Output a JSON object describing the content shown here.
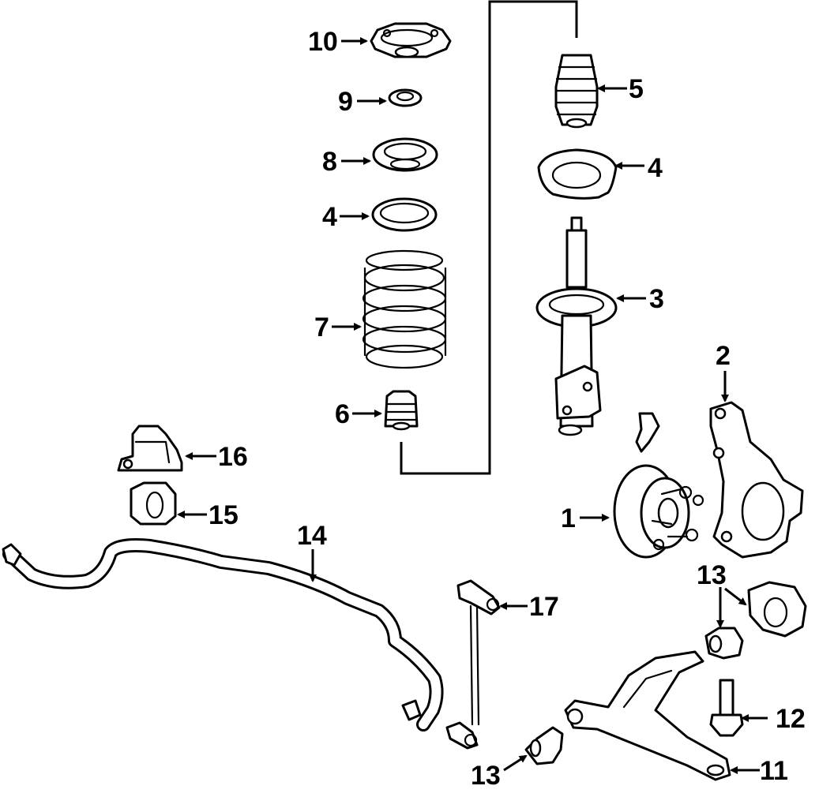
{
  "diagram": {
    "callouts": [
      {
        "id": "c1",
        "number": "1"
      },
      {
        "id": "c2",
        "number": "2"
      },
      {
        "id": "c3",
        "number": "3"
      },
      {
        "id": "c4a",
        "number": "4"
      },
      {
        "id": "c4b",
        "number": "4"
      },
      {
        "id": "c5",
        "number": "5"
      },
      {
        "id": "c6",
        "number": "6"
      },
      {
        "id": "c7",
        "number": "7"
      },
      {
        "id": "c8",
        "number": "8"
      },
      {
        "id": "c9",
        "number": "9"
      },
      {
        "id": "c10",
        "number": "10"
      },
      {
        "id": "c11",
        "number": "11"
      },
      {
        "id": "c12",
        "number": "12"
      },
      {
        "id": "c13a",
        "number": "13"
      },
      {
        "id": "c13b",
        "number": "13"
      },
      {
        "id": "c14",
        "number": "14"
      },
      {
        "id": "c15",
        "number": "15"
      },
      {
        "id": "c16",
        "number": "16"
      },
      {
        "id": "c17",
        "number": "17"
      }
    ]
  }
}
